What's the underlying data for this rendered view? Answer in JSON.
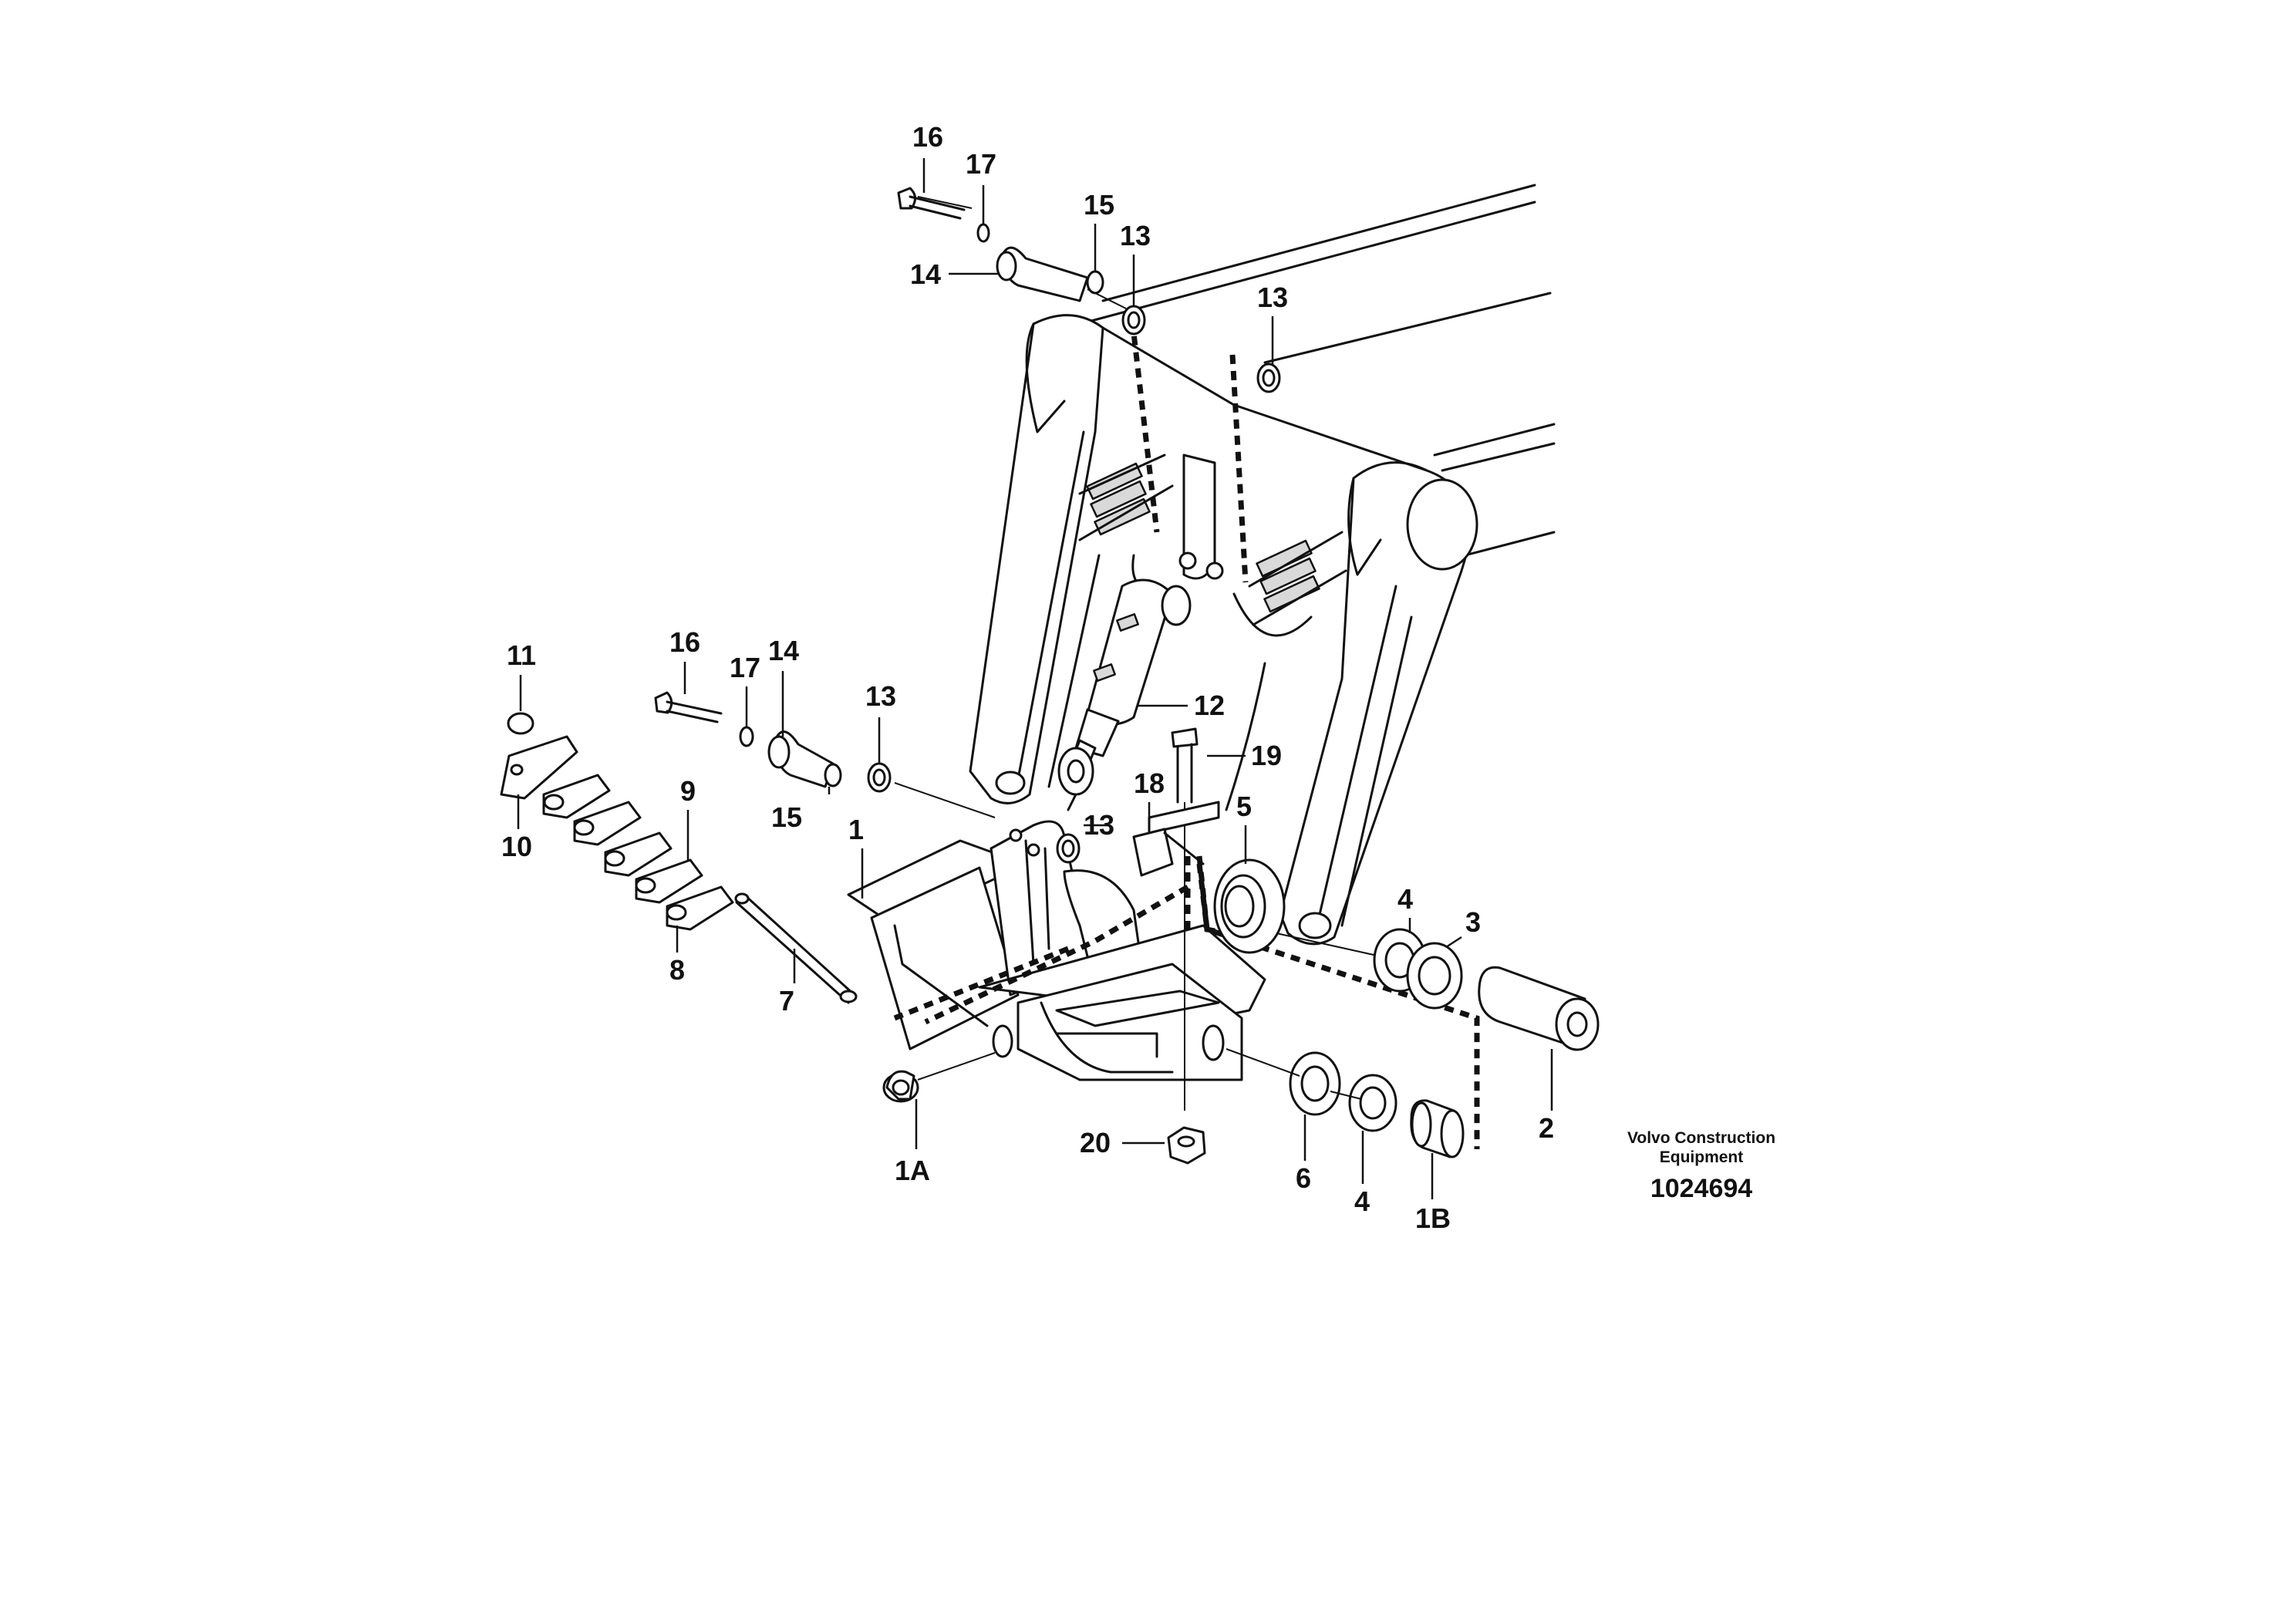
{
  "diagram": {
    "type": "exploded-parts-view",
    "part_labels": {
      "p16_top": "16",
      "p17_top": "17",
      "p15_top": "15",
      "p13_top_a": "13",
      "p14_top": "14",
      "p13_top_b": "13",
      "p11": "11",
      "p16_mid": "16",
      "p17_mid": "17",
      "p14_mid": "14",
      "p13_mid": "13",
      "p12": "12",
      "p19": "19",
      "p18": "18",
      "p13_low": "13",
      "p5": "5",
      "p10": "10",
      "p9": "9",
      "p15_mid": "15",
      "p1": "1",
      "p4_upper": "4",
      "p3": "3",
      "p8": "8",
      "p7": "7",
      "p2": "2",
      "p20": "20",
      "p1A": "1A",
      "p6": "6",
      "p4_lower": "4",
      "p1B": "1B"
    },
    "caption": {
      "brand_line1": "Volvo Construction",
      "brand_line2": "Equipment",
      "drawing_number": "1024694"
    }
  }
}
